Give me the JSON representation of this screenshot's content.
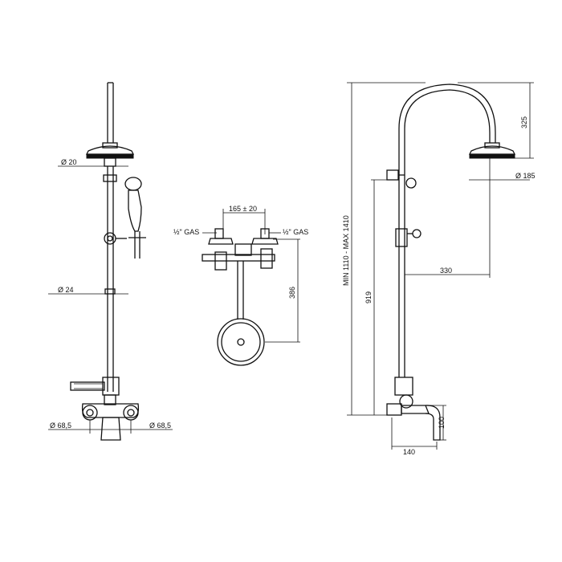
{
  "front_view": {
    "labels": {
      "dia_riser_top": "Ø 20",
      "dia_riser": "Ø 24",
      "dia_left": "Ø 68,5",
      "dia_right": "Ø 68,5"
    }
  },
  "side_view_connections": {
    "labels": {
      "centers": "165 ± 20",
      "gas_left": "½\" GAS",
      "gas_right": "½\" GAS",
      "height": "386"
    }
  },
  "side_elevation": {
    "labels": {
      "arch_drop": "325",
      "head_dia": "Ø 185",
      "total_height": "MIN 1110 - MAX 1410",
      "outlet_height": "919",
      "reach": "330",
      "spout_height": "100",
      "spout_reach": "140"
    }
  }
}
